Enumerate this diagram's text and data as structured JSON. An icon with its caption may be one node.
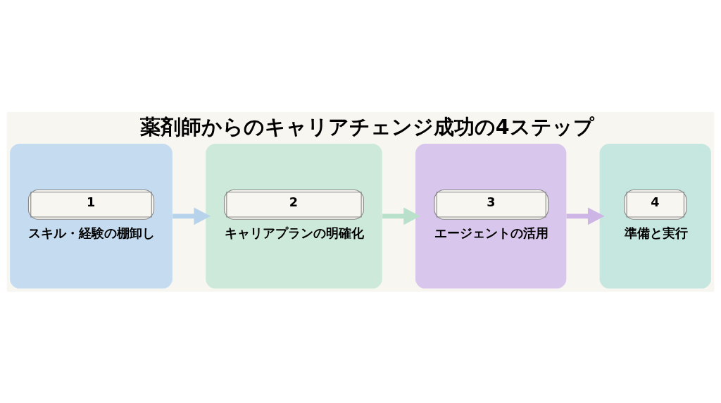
{
  "diagram": {
    "title": "薬剤師からのキャリアチェンジ成功の4ステップ",
    "nodes": [
      {
        "text": [
          "1",
          "スキル・経験の棚卸し"
        ]
      },
      {
        "text": [
          "2",
          "キャリアプランの明確化"
        ]
      },
      {
        "text": [
          "3",
          "エージェントの活用"
        ]
      },
      {
        "text": [
          "4",
          "準備と実行"
        ]
      }
    ],
    "edges": [
      {
        "from": 0,
        "to": 1,
        "arrow": "to",
        "color": "#b7d3ec"
      },
      {
        "from": 1,
        "to": 2,
        "arrow": "to",
        "color": "#b9e0cb"
      },
      {
        "from": 2,
        "to": 3,
        "arrow": "to",
        "color": "#cdb5e6"
      }
    ]
  }
}
